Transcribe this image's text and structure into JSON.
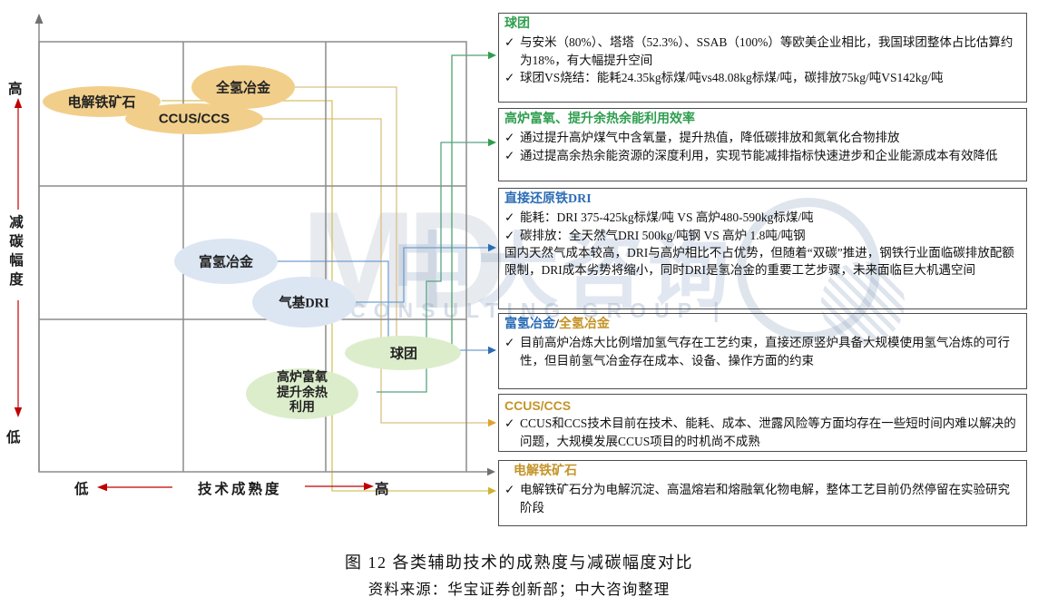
{
  "figure": {
    "caption": "图 12 各类辅助技术的成熟度与减碳幅度对比",
    "source": "资料来源：华宝证券创新部；中大咨询整理"
  },
  "axes": {
    "y_label": "减碳幅度",
    "y_high": "高",
    "y_low": "低",
    "x_label": "技术成熟度",
    "x_low": "低",
    "x_high": "高"
  },
  "glyphs": {
    "check": "✓"
  },
  "colors": {
    "green_accent": "#2f9e4f",
    "blue_accent": "#2b6cb5",
    "gold_accent": "#c49428",
    "red_axis": "#c00000",
    "yellow_bubble": "#f1cf8b",
    "blue_bubble": "#dce6f3",
    "green_bubble": "#dcedcb"
  },
  "bubbles": [
    {
      "label": "电解铁矿石"
    },
    {
      "label": "全氢冶金"
    },
    {
      "label": "CCUS/CCS"
    },
    {
      "label": "富氢冶金"
    },
    {
      "label": "气基DRI"
    },
    {
      "label": "球团"
    },
    {
      "label": "高炉富氧\n提升余热\n利用"
    }
  ],
  "boxes": [
    {
      "title": "球团",
      "lines": [
        "与安米（80%）、塔塔（52.3%）、SSAB（100%）等欧美企业相比，我国球团整体占比估算约为18%，有大幅提升空间",
        "球团VS烧结：能耗24.35kg标煤/吨vs48.08kg标煤/吨，碳排放75kg/吨VS142kg/吨"
      ]
    },
    {
      "title": "高炉富氧、提升余热余能利用效率",
      "lines": [
        "通过提升高炉煤气中含氧量，提升热值，降低碳排放和氮氧化合物排放",
        "通过提高余热余能资源的深度利用，实现节能减排指标快速进步和企业能源成本有效降低"
      ]
    },
    {
      "title": "直接还原铁DRI",
      "lines": [
        "能耗：DRI 375-425kg标煤/吨 VS 高炉480-590kg标煤/吨",
        "碳排放：全天然气DRI 500kg/吨钢 VS 高炉 1.8吨/吨钢"
      ],
      "para": "国内天然气成本较高，DRI与高炉相比不占优势，但随着“双碳”推进，钢铁行业面临碳排放配额限制，DRI成本劣势将缩小，同时DRI是氢冶金的重要工艺步骤，未来面临巨大机遇空间"
    },
    {
      "title1": "富氢冶金",
      "titleSep": "/",
      "title2": "全氢冶金",
      "lines": [
        "目前高炉冶炼大比例增加氢气存在工艺约束，直接还原竖炉具备大规模使用氢气冶炼的可行性，但目前氢气冶金存在成本、设备、操作方面的约束"
      ]
    },
    {
      "title": "CCUS/CCS",
      "lines": [
        "CCUS和CCS技术目前在技术、能耗、成本、泄露风险等方面均存在一些短时间内难以解决的问题，大规模发展CCUS项目的时机尚不成熟"
      ]
    },
    {
      "title": "电解铁矿石",
      "lines": [
        "电解铁矿石分为电解沉淀、高温熔岩和熔融氧化物电解，整体工艺目前仍然停留在实验研究阶段"
      ]
    }
  ],
  "watermark": {
    "logo": "MD",
    "name": "中大咨询",
    "latin": "CONSULTING GROUP |"
  }
}
